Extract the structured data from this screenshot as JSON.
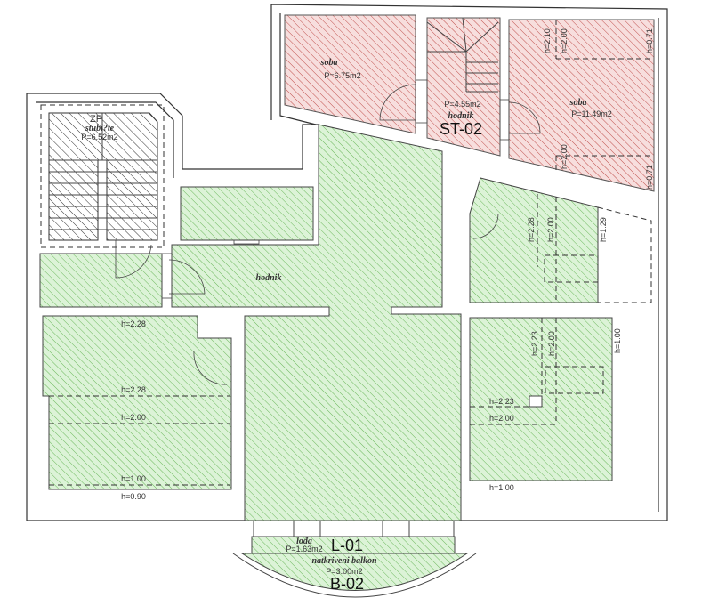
{
  "colors": {
    "residential_hatch": "#c0504d",
    "residential_fill": "#f5d9d8",
    "other_hatch": "#5aa84a",
    "other_fill": "#d9f2d4",
    "stair_hatch": "#333333"
  },
  "units": {
    "st02": {
      "code": "ST-02",
      "rooms": [
        {
          "name": "soba",
          "area": "P=6.75m2"
        },
        {
          "name": "hodnik",
          "area": "P=4.55m2"
        },
        {
          "name": "soba",
          "area": "P=11.49m2"
        }
      ],
      "heights": [
        "h=2.10",
        "h=2.00",
        "h=0.71",
        "h=2.00",
        "h=0.71"
      ]
    },
    "stairs": {
      "code": "ZP",
      "name": "stubi?te",
      "area": "P=6.52m2"
    },
    "corridor": {
      "name": "hodnik"
    },
    "l01": {
      "code": "L-01",
      "name": "lođa",
      "area": "P=1.63m2"
    },
    "b02": {
      "code": "B-02",
      "name": "natkriveni balkon",
      "area": "P=3.00m2"
    }
  },
  "height_labels": {
    "left_room": [
      "h=2.28",
      "h=2.28",
      "h=2.00",
      "h=1.00",
      "h=0.90"
    ],
    "right_top": [
      "h=2.28",
      "h=2.00",
      "h=1.29"
    ],
    "right_bottom": [
      "h=2.23",
      "h=2.00",
      "h=1.00",
      "h=2.23",
      "h=2.00",
      "h=1.00"
    ]
  }
}
